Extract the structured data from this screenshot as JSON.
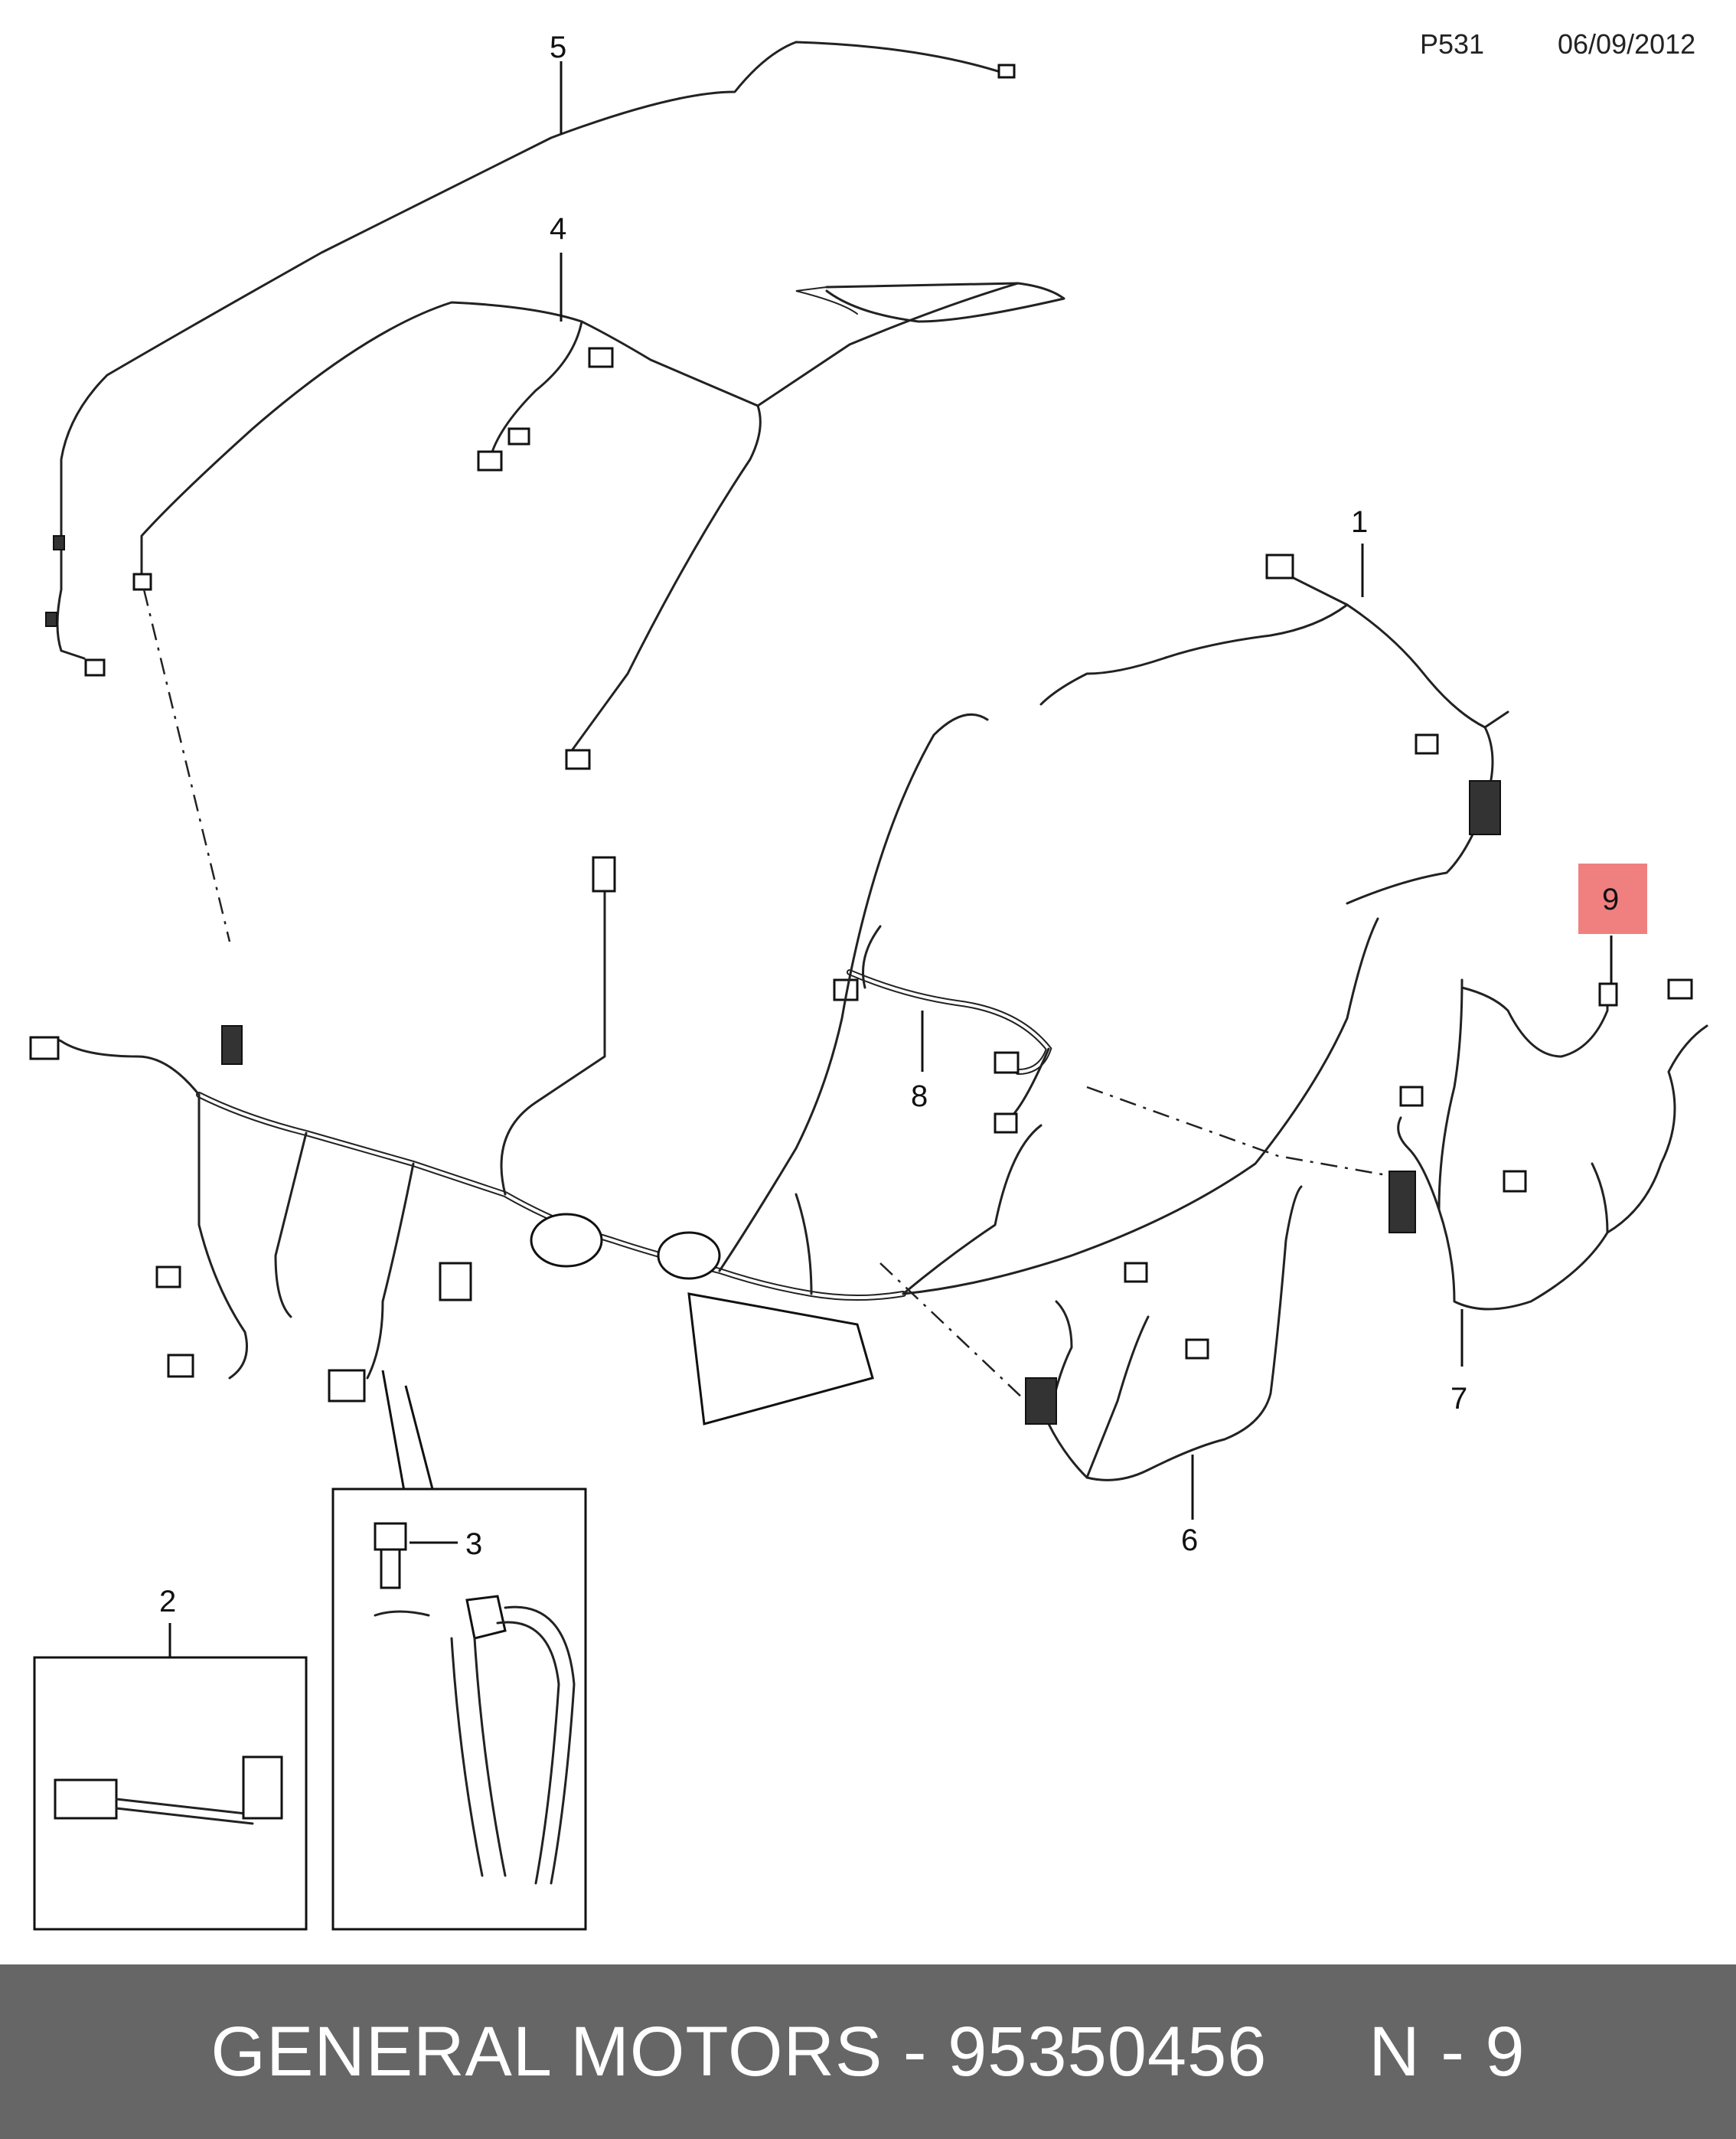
{
  "header": {
    "code": "P531",
    "date": "06/09/2012"
  },
  "callouts": {
    "c1": "1",
    "c2": "2",
    "c3": "3",
    "c4": "4",
    "c5": "5",
    "c6": "6",
    "c7": "7",
    "c8": "8",
    "c9": "9"
  },
  "highlight": {
    "color": "#f08080"
  },
  "footer": {
    "text": "GENERAL MOTORS - 95350456     N - 9"
  }
}
